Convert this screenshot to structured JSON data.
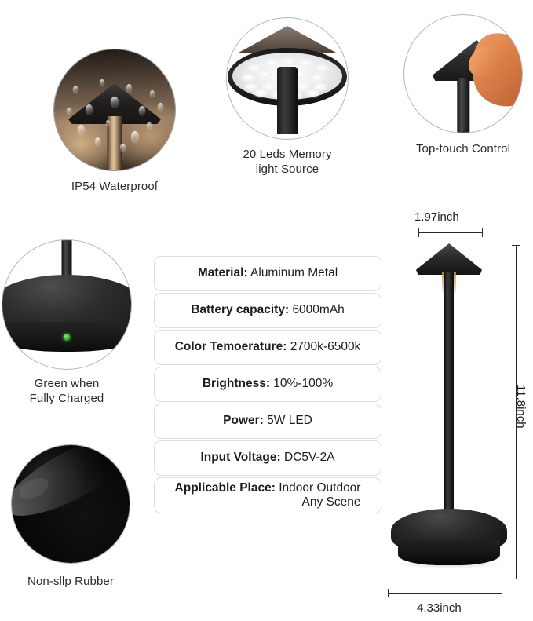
{
  "features": [
    {
      "id": "ip54",
      "caption": "IP54 Waterproof"
    },
    {
      "id": "leds",
      "caption": "20 Leds Memory\nlight Source"
    },
    {
      "id": "top-touch",
      "caption": "Top-touch Control"
    },
    {
      "id": "charged",
      "caption": "Green when\nFully Charged"
    },
    {
      "id": "rubber",
      "caption": "Non-sllp Rubber"
    }
  ],
  "specs": [
    {
      "key": "Material:",
      "value": "Aluminum Metal"
    },
    {
      "key": "Battery capacity:",
      "value": "6000mAh"
    },
    {
      "key": "Color Temoerature:",
      "value": "2700k-6500k"
    },
    {
      "key": "Brightness:",
      "value": "10%-100%"
    },
    {
      "key": "Power:",
      "value": "5W LED"
    },
    {
      "key": "Input Voltage:",
      "value": "DC5V-2A"
    },
    {
      "key": "Applicable Place:",
      "value": "Indoor Outdoor\nAny Scene"
    }
  ],
  "dimensions": {
    "width_top": "1.97inch",
    "height": "11.8inch",
    "width_base": "4.33inch"
  },
  "colors": {
    "charged_led": "#3aa82c",
    "lamp_glow": "#d48e48",
    "card_border": "#dedede",
    "circle_outline": "#b6b6b6",
    "text": "#1c1c1c"
  }
}
